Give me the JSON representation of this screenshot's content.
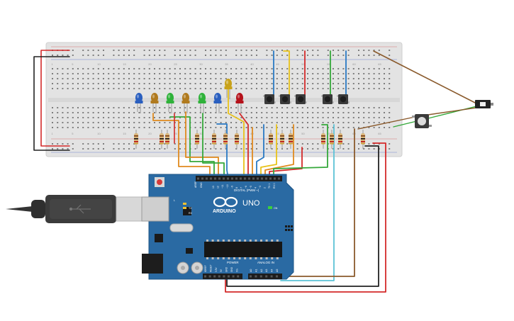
{
  "board": {
    "logo_text": "ARDUINO",
    "model": "UNO",
    "header_digital": "DIGITAL (PWM ~)",
    "header_power": "POWER",
    "header_analog": "ANALOG IN",
    "label_tx": "TX",
    "label_rx": "RX",
    "label_on": "ON",
    "label_aref": "AREF",
    "label_gnd": "GND",
    "label_l": "L",
    "digital_pins": [
      "13",
      "12",
      "~11",
      "~10",
      "~9",
      "8",
      "7",
      "~6",
      "~5",
      "4",
      "~3",
      "2",
      "TX 1",
      "RX 0"
    ],
    "power_pins": [
      "IOREF",
      "RESET",
      "3.3V",
      "5V",
      "GND",
      "GND",
      "Vin"
    ],
    "analog_pins": [
      "A0",
      "A1",
      "A2",
      "A3",
      "A4",
      "A5"
    ]
  },
  "breadboard": {
    "column_numbers": [
      "1",
      "5",
      "10",
      "15",
      "20",
      "25",
      "30",
      "35",
      "40",
      "45",
      "50",
      "55",
      "60",
      "65"
    ]
  },
  "colors": {
    "board_blue": "#2a6aa3",
    "breadboard": "#e6e6e6",
    "wire_red": "#d42a2a",
    "wire_black": "#222222",
    "wire_green": "#34a83a",
    "wire_orange": "#e08a1e",
    "wire_yellow": "#e8c21a",
    "wire_blue": "#2a7ac4",
    "wire_cyan": "#5cc3d6",
    "wire_brown": "#8a5a2c"
  },
  "leds": [
    {
      "name": "blue",
      "color": "#2a5fbf"
    },
    {
      "name": "orange",
      "color": "#b07a1e"
    },
    {
      "name": "green",
      "color": "#2fb23a"
    },
    {
      "name": "orange",
      "color": "#b07a1e"
    },
    {
      "name": "green",
      "color": "#2fb23a"
    },
    {
      "name": "blue",
      "color": "#2a5fbf"
    },
    {
      "name": "red",
      "color": "#b5121b"
    },
    {
      "name": "yellow",
      "color": "#c8a21a"
    }
  ]
}
